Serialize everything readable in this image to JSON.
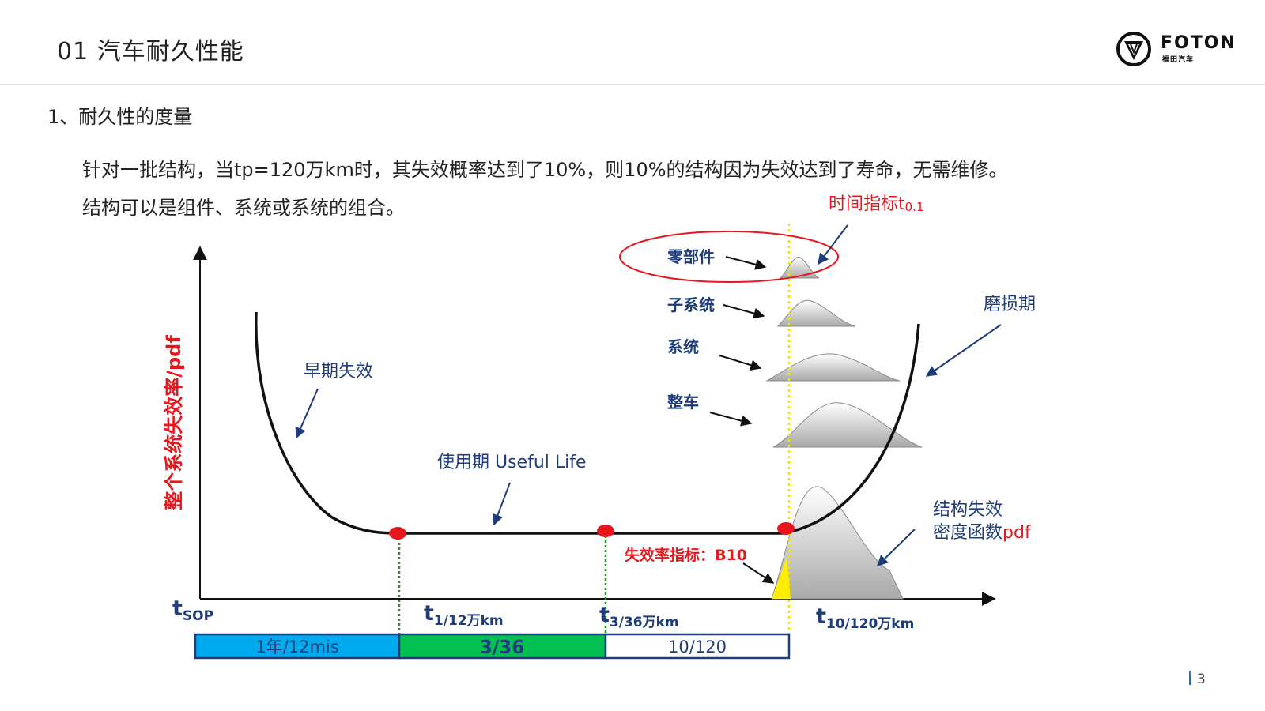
{
  "header": {
    "title": "01 汽车耐久性能",
    "logo_brand": "FOTON",
    "logo_sub": "福田汽车"
  },
  "content": {
    "section_title": "1、耐久性的度量",
    "paragraph_line1": "针对一批结构，当tp=120万km时，其失效概率达到了10%，则10%的结构因为失效达到了寿命，无需维修。",
    "paragraph_line2": "结构可以是组件、系统或系统的组合。"
  },
  "diagram": {
    "y_axis_label": "整个系统失效率/pdf",
    "early_failure": "早期失效",
    "useful_life": "使用期 Useful Life",
    "wear_out": "磨损期",
    "time_index": "时间指标t",
    "time_index_sub": "0.1",
    "component": "零部件",
    "subsystem": "子系统",
    "system": "系统",
    "vehicle": "整车",
    "structure_failure_line1": "结构失效",
    "structure_failure_line2": "密度函数",
    "structure_failure_pdf": "pdf",
    "failure_rate_index": "失效率指标：B10",
    "t_sop_main": "t",
    "t_sop_sub": "SOP",
    "t1_main": "t",
    "t1_sub": "1/12万km",
    "t3_main": "t",
    "t3_sub": "3/36万km",
    "t10_main": "t",
    "t10_sub": "10/120万km",
    "bar_segments": [
      "1年/12mis",
      "3/36",
      "10/120"
    ],
    "colors": {
      "navy": "#1f3d7a",
      "red": "#e8171e",
      "segment1": "#00aaee",
      "segment2": "#00c050",
      "segment3": "#ffffff",
      "b10_fill": "#ffee00",
      "guide_green": "#2e8b2e",
      "guide_yellow": "#f2e400"
    }
  },
  "footer": {
    "page_number": "3"
  }
}
